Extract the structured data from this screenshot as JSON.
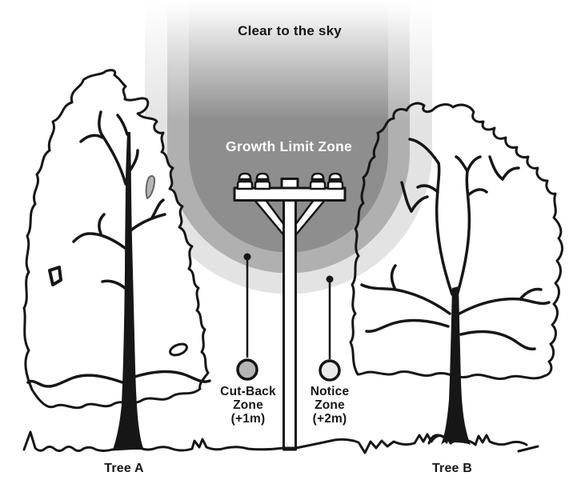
{
  "title": "Clear to the sky",
  "zones": {
    "growth_limit": {
      "label": "Growth Limit Zone",
      "color": "#8e8e8e"
    },
    "cut_back": {
      "label": "Cut-Back\nZone\n(+1m)",
      "color": "#b0b0b0",
      "marker_color": "#b5b5b5"
    },
    "notice": {
      "label": "Notice\nZone\n(+2m)",
      "color": "#e3e3e3",
      "marker_color": "#e9e9e9"
    }
  },
  "trees": {
    "a": {
      "label": "Tree A"
    },
    "b": {
      "label": "Tree B"
    }
  }
}
